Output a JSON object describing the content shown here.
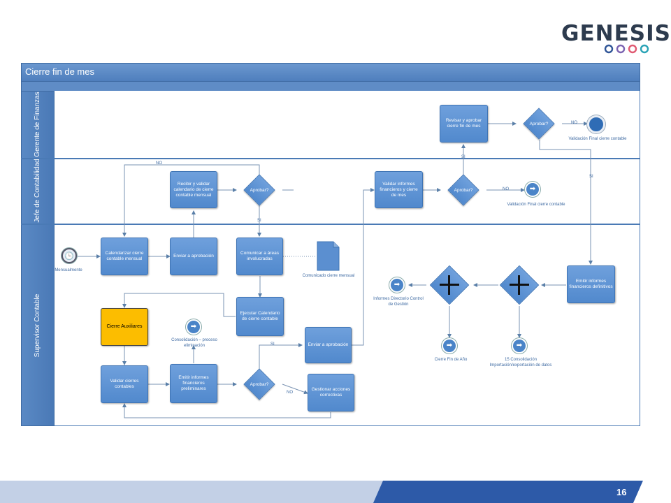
{
  "logo": {
    "text": "GENESIS"
  },
  "pool": {
    "title": "Cierre fin de mes"
  },
  "lanes": [
    {
      "label": "Gerente de Finanzas"
    },
    {
      "label": "Jefe de Contabilidad"
    },
    {
      "label": "Supervisor Contable"
    }
  ],
  "tasks": {
    "revisar_aprobar": "Revisar y aprobar cierre fin de mes",
    "recibir_validar": "Recibir y validar calendario de cierre contable mensual",
    "validar_informes": "Validar informes financieros y cierre de mes",
    "calendarizar": "Calendarizar cierre contable mensual",
    "enviar_aprobacion_1": "Enviar a aprobación",
    "comunicar_areas": "Comunicar a áreas involucradas",
    "ejecutar_calendario": "Ejecutar Calendario de cierre contable",
    "cierre_auxiliares": "Cierre Auxiliares",
    "enviar_aprobacion_2": "Enviar a aprobación",
    "validar_cierres": "Validar cierres contables",
    "emitir_preliminares": "Emitir informes financieros preliminares",
    "gestionar_acciones": "Gestionar acciones correctivas",
    "emitir_definitivos": "Emitir informes financieros definitivos"
  },
  "gateways": {
    "g1": "Aprobar?",
    "g2": "Aprobar?",
    "g3": "Aprobar?",
    "g4": "Aprobar?"
  },
  "flow_labels": {
    "no": "NO",
    "si": "SI"
  },
  "event_labels": {
    "validacion_final_1": "Validación Final cierre contable",
    "validacion_final_2": "Validación Final cierre contable",
    "mensualmente": "Mensualmente",
    "comunicado": "Comunicado cierre mensual",
    "consolidacion": "Consolidación – proceso eliminación",
    "informes_directorio": "Informes Directorio Control de Gestión",
    "cierre_fin_anio": "Cierre Fin de Año",
    "consolidacion_15": "15 Consolidación Importación/exportación de datos"
  },
  "footer": {
    "page_number": "16"
  },
  "colors": {
    "task_blue": "#5b8fd0",
    "highlight": "#fcbd00",
    "lane_blue": "#4f7fbd"
  }
}
